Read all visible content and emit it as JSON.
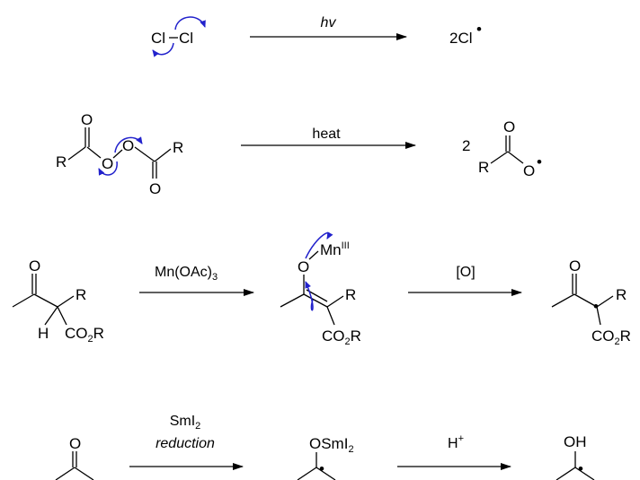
{
  "rows": [
    {
      "reactant": {
        "atom1": "Cl",
        "atom2": "Cl"
      },
      "condition_top": "hv",
      "product": {
        "coef": "2",
        "atom": "Cl",
        "dot": "•"
      }
    },
    {
      "reactant": {
        "R_left": "R",
        "R_right": "R",
        "O_carbonyl_left": "O",
        "O_carbonyl_right": "O",
        "O_bridge1": "O",
        "O_bridge2": "O"
      },
      "condition_top": "heat",
      "product": {
        "coef": "2",
        "R": "R",
        "O_carbonyl": "O",
        "O_radical": "O",
        "dot": "•"
      }
    },
    {
      "reactant": {
        "O": "O",
        "R": "R",
        "H": "H",
        "ester_prefix": "CO",
        "ester_sub": "2",
        "ester_suffix": "R"
      },
      "condition1_top": "Mn(OAc)",
      "condition1_sub": "3",
      "intermediate": {
        "O": "O",
        "metal": "Mn",
        "metal_ox": "III",
        "R": "R",
        "ester_prefix": "CO",
        "ester_sub": "2",
        "ester_suffix": "R"
      },
      "condition2_top": "[O]",
      "product": {
        "O": "O",
        "R": "R",
        "ester_prefix": "CO",
        "ester_sub": "2",
        "ester_suffix": "R",
        "dot": "•"
      }
    },
    {
      "reactant": {
        "O": "O"
      },
      "condition1_top_prefix": "SmI",
      "condition1_top_sub": "2",
      "condition1_bottom": "reduction",
      "intermediate": {
        "prefix": "OSmI",
        "sub": "2",
        "dot": "•"
      },
      "condition2_top": "H",
      "condition2_sup": "+",
      "product": {
        "group": "OH",
        "dot": "•"
      }
    }
  ]
}
